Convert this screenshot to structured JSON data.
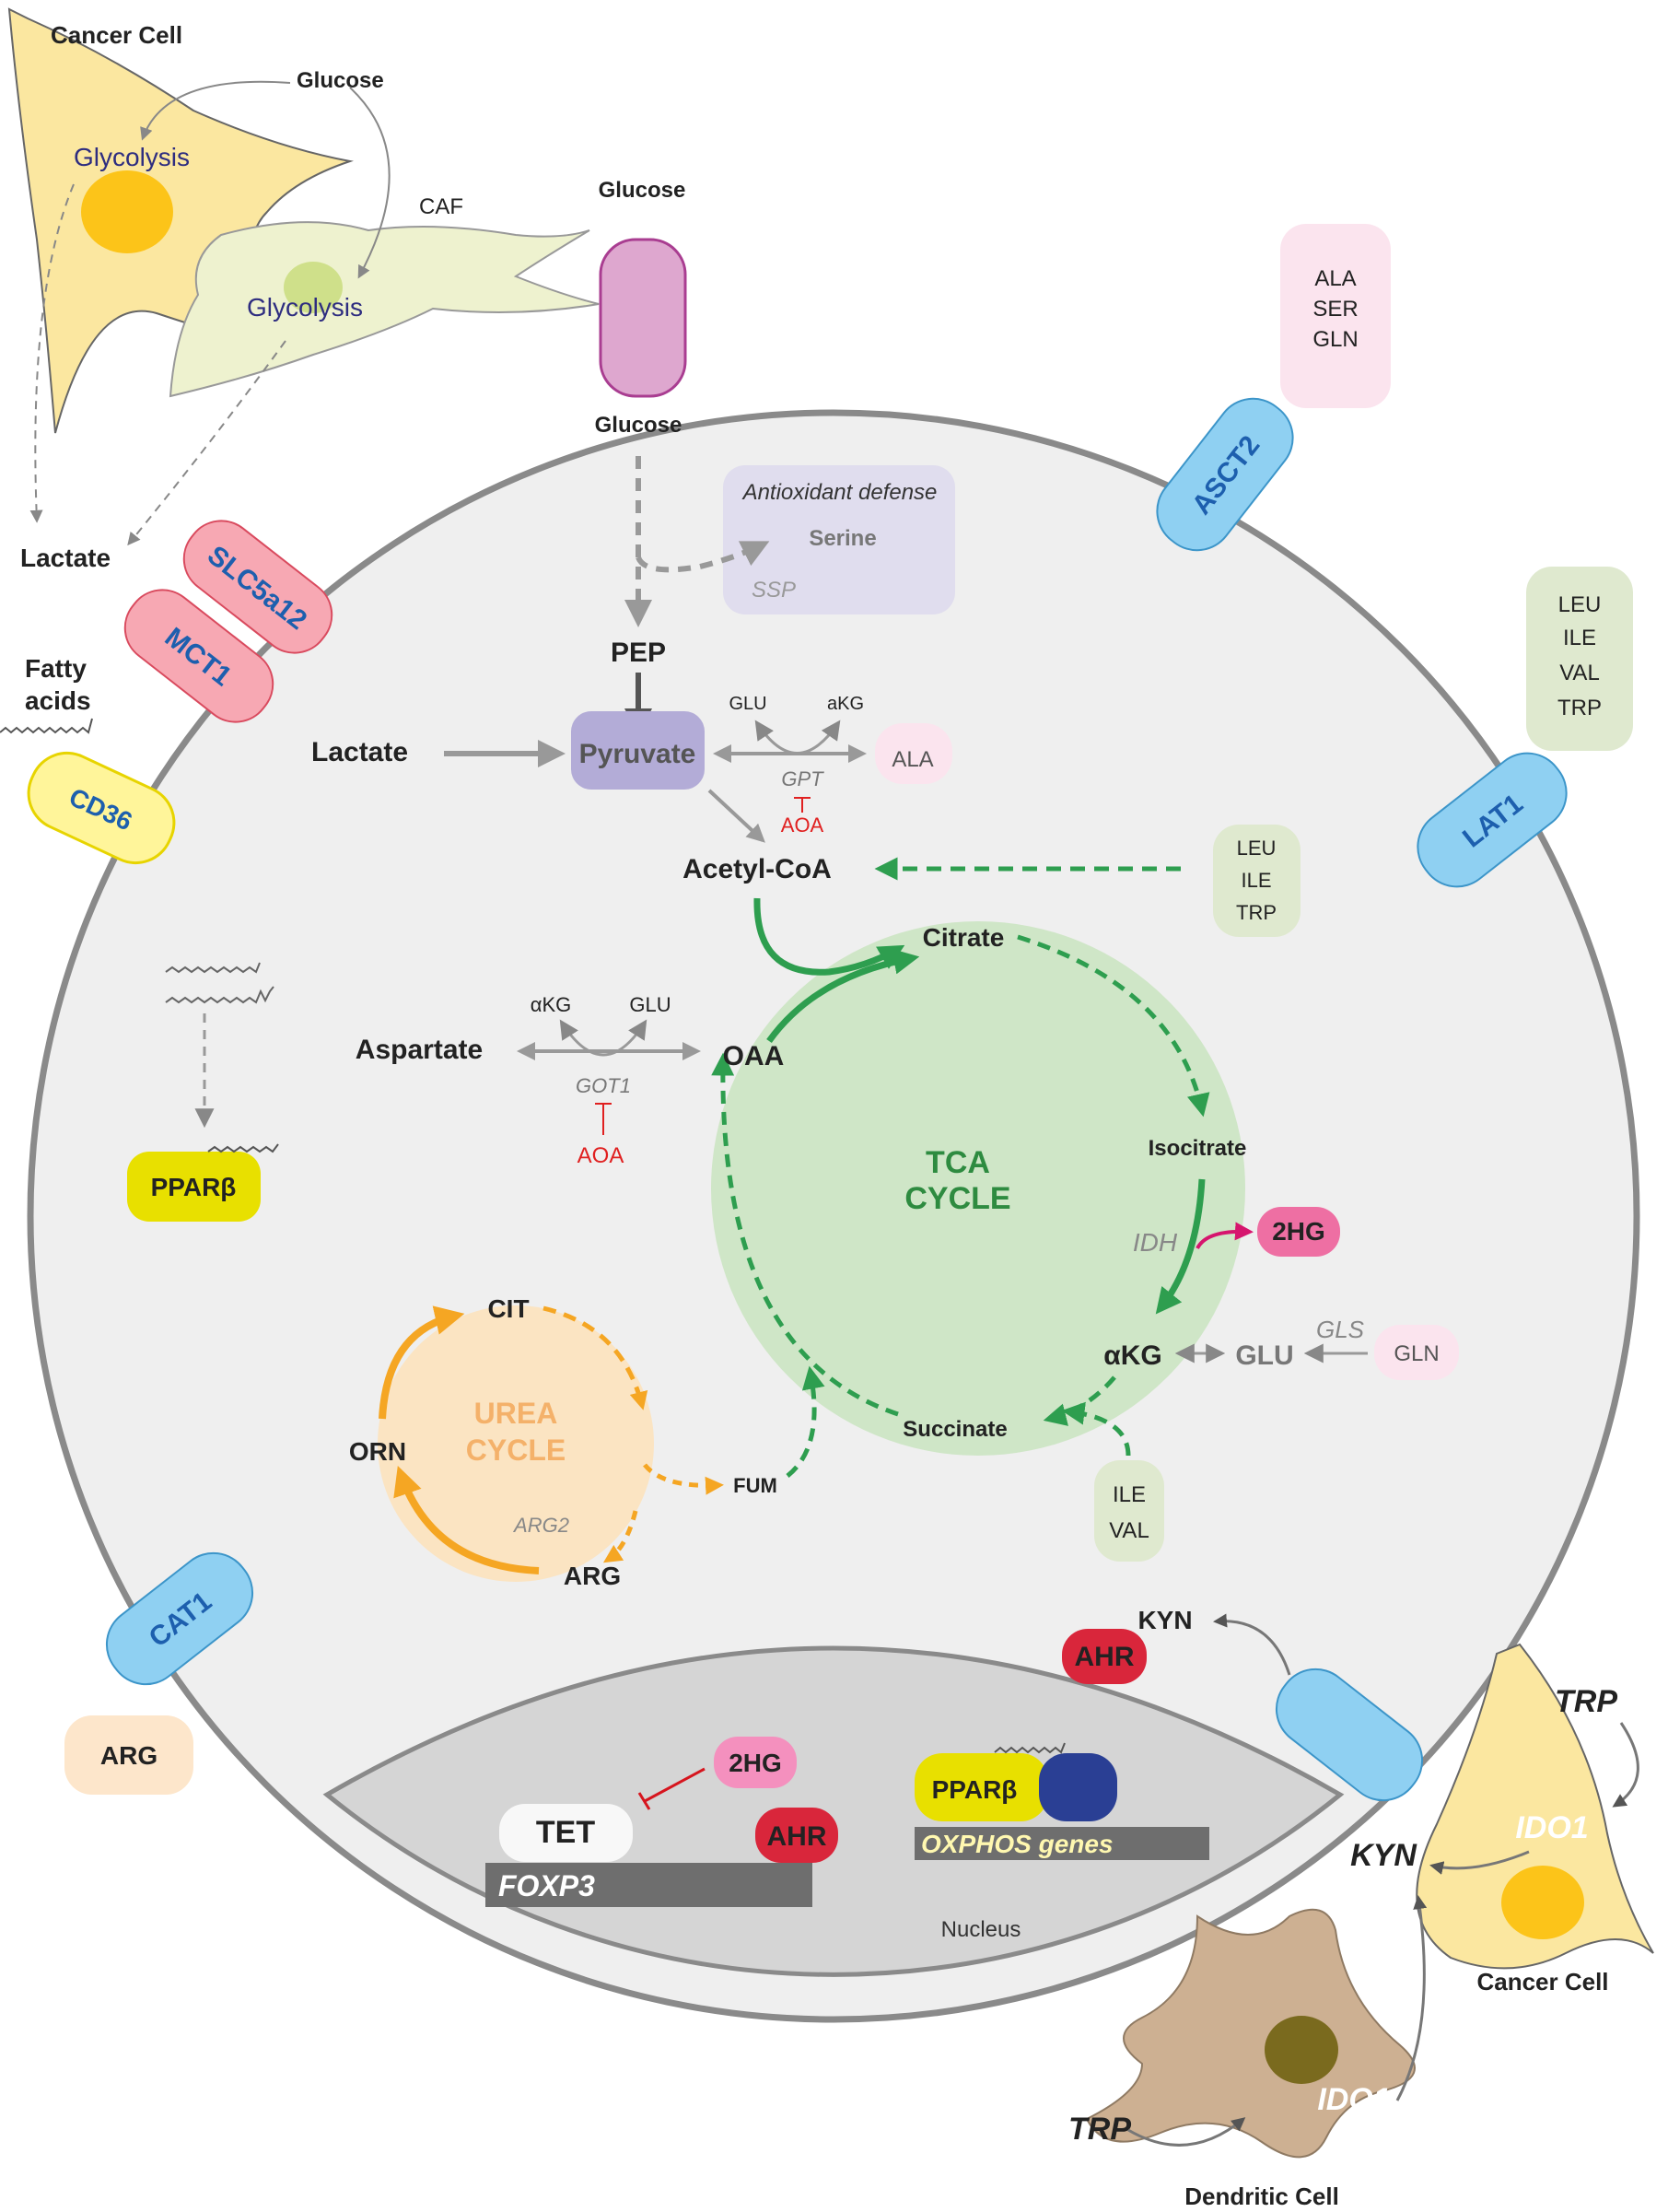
{
  "cells": {
    "cancer_cell_top": "Cancer Cell",
    "caf": "CAF",
    "cancer_cell_right": "Cancer Cell",
    "dendritic_cell": "Dendritic Cell",
    "nucleus": "Nucleus"
  },
  "outside": {
    "glucose_cancer": "Glucose",
    "glycolysis_cancer": "Glycolysis",
    "glycolysis_caf": "Glycolysis",
    "glucose_top": "Glucose",
    "lactate_out": "Lactate",
    "fatty_acids_1": "Fatty",
    "fatty_acids_2": "acids",
    "ala": "ALA",
    "ser": "SER",
    "gln": "GLN",
    "leu": "LEU",
    "ile": "ILE",
    "val": "VAL",
    "trp": "TRP",
    "arg": "ARG",
    "trp_right": "TRP",
    "ido1_cancer": "IDO1",
    "kyn_right": "KYN",
    "ido1_dc": "IDO1",
    "trp_dc": "TRP"
  },
  "transporters": {
    "slc5a12": "SLC5a12",
    "mct1": "MCT1",
    "cd36": "CD36",
    "asct2": "ASCT2",
    "lat1": "LAT1",
    "cat1": "CAT1"
  },
  "metabolism": {
    "glucose_in": "Glucose",
    "antioxidant": "Antioxidant defense",
    "serine": "Serine",
    "ssp": "SSP",
    "pep": "PEP",
    "lactate_in": "Lactate",
    "pyruvate": "Pyruvate",
    "glu_gpt": "GLU",
    "akg_gpt": "aKG",
    "ala_in": "ALA",
    "gpt": "GPT",
    "aoa_gpt": "AOA",
    "acetyl_coa": "Acetyl-CoA",
    "leu_in": "LEU",
    "ile_in": "ILE",
    "trp_in": "TRP",
    "citrate": "Citrate",
    "akg_got": "αKG",
    "glu_got": "GLU",
    "aspartate": "Aspartate",
    "oaa": "OAA",
    "got1": "GOT1",
    "aoa_got": "AOA",
    "ppar_in": "PPARβ",
    "tca_1": "TCA",
    "tca_2": "CYCLE",
    "isocitrate": "Isocitrate",
    "idh": "IDH",
    "two_hg": "2HG",
    "akg_tca": "αKG",
    "glu_tca": "GLU",
    "gls": "GLS",
    "gln_in": "GLN",
    "succinate": "Succinate",
    "ile_tca": "ILE",
    "val_tca": "VAL",
    "cit": "CIT",
    "urea_1": "UREA",
    "urea_2": "CYCLE",
    "orn": "ORN",
    "fum": "FUM",
    "arg2": "ARG2",
    "arg_in": "ARG",
    "kyn_in": "KYN",
    "ahr_cyto": "AHR"
  },
  "nucleus_items": {
    "two_hg": "2HG",
    "tet": "TET",
    "ahr": "AHR",
    "foxp3": "FOXP3",
    "ppar": "PPARβ",
    "oxphos": "OXPHOS genes"
  },
  "colors": {
    "tca_green": "#2e9e4f",
    "urea_orange": "#f5a623",
    "transporter_blue": "#8fd0f2",
    "transporter_pink": "#f48fa0",
    "inhibitor_red": "#e02020",
    "ahr_red": "#d9263b",
    "two_hg_pink": "#ee6fa3",
    "ppar_yellow": "#e8e000"
  }
}
